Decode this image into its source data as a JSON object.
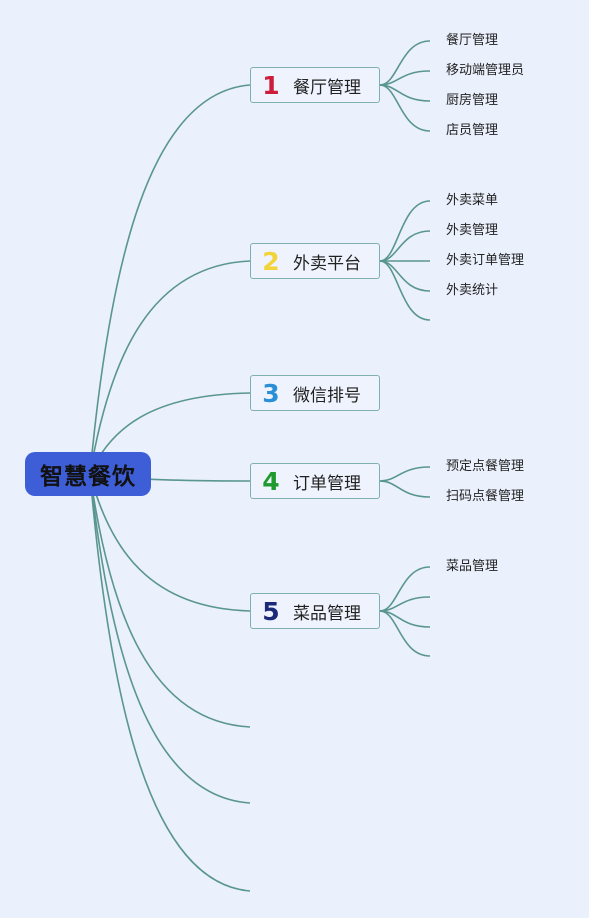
{
  "root": {
    "label": "智慧餐饮"
  },
  "branches": [
    {
      "num": "1",
      "label": "餐厅管理",
      "color": "#cc1e3a",
      "children": [
        "餐厅管理",
        "移动端管理员",
        "厨房管理",
        "店员管理"
      ]
    },
    {
      "num": "2",
      "label": "外卖平台",
      "color": "#f2d43a",
      "children": [
        "外卖菜单",
        "外卖管理",
        "外卖订单管理",
        "外卖统计",
        ""
      ]
    },
    {
      "num": "3",
      "label": "微信排号",
      "color": "#2a8fd6",
      "children": []
    },
    {
      "num": "4",
      "label": "订单管理",
      "color": "#1f9a2e",
      "children": [
        "预定点餐管理",
        "扫码点餐管理"
      ]
    },
    {
      "num": "5",
      "label": "菜品管理",
      "color": "#1b2a78",
      "children": [
        "菜品管理",
        "",
        "",
        ""
      ]
    }
  ],
  "colors": {
    "line": "#5a9690",
    "root_bg": "#3e5ed8",
    "background": "#eaf0fc"
  }
}
